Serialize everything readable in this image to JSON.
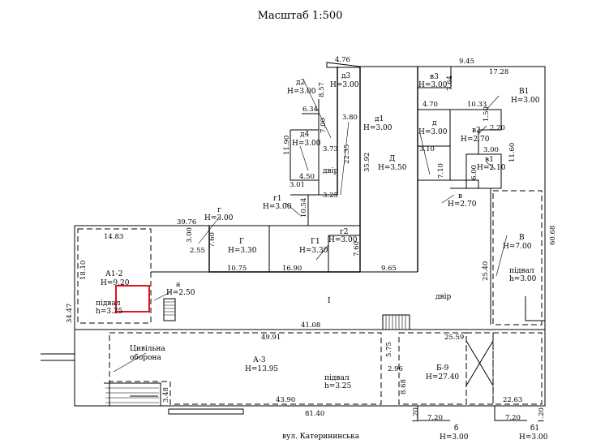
{
  "scale_title": "Масштаб  1:500",
  "street": "вул. Катерининська",
  "courtyard_1": "двір",
  "courtyard_2": "двір",
  "yard_numeral": "I",
  "civil_defense_1": "Цивільна",
  "civil_defense_2": "оборона",
  "buildings": {
    "a3": {
      "label": "А-3",
      "height": "Н=13.95"
    },
    "a12": {
      "label": "А1-2",
      "height": "Н=9.20"
    },
    "b9": {
      "label": "Б-9",
      "height": "Н=27.40"
    },
    "V": {
      "label": "В",
      "height": "Н=7.00"
    },
    "V1": {
      "label": "В1",
      "height": "Н=3.00"
    },
    "G": {
      "label": "Г",
      "height": "Н=3.30"
    },
    "G1": {
      "label": "Г1",
      "height": "Н=3.30"
    },
    "D": {
      "label": "Д",
      "height": "Н=3.50"
    },
    "d1": {
      "label": "д1",
      "height": "Н=3.00"
    },
    "d2": {
      "label": "д2",
      "height": "Н=3.00"
    },
    "d3": {
      "label": "д3",
      "height": "Н=3.00"
    },
    "d4": {
      "label": "д4",
      "height": "Н=3.00"
    },
    "d": {
      "label": "д",
      "height": "Н=3.00"
    },
    "v1": {
      "label": "в1",
      "height": "Н=2.10"
    },
    "v2": {
      "label": "в2",
      "height": "Н=2.70"
    },
    "v3": {
      "label": "в3",
      "height": "Н=3.00"
    },
    "v": {
      "label": "в",
      "height": "Н=2.70"
    },
    "g": {
      "label": "г",
      "height": "Н=3.00"
    },
    "g1": {
      "label": "г1",
      "height": "Н=3.00"
    },
    "g2": {
      "label": "г2",
      "height": "Н=3.00"
    },
    "a": {
      "label": "а",
      "height": "Н=2.50"
    },
    "b": {
      "label": "б",
      "height": "Н=3.00"
    },
    "b1": {
      "label": "б1",
      "height": "Н=3.00"
    }
  },
  "basements": {
    "a3": {
      "label": "підвал",
      "depth": "h=3.25"
    },
    "a12": {
      "label": "підвал",
      "depth": "h=3.25"
    },
    "V": {
      "label": "підвал",
      "depth": "h=3.00"
    }
  },
  "dimensions": {
    "d4_76": "4.76",
    "d9_45": "9.45",
    "d17_28": "17.28",
    "d8_57": "8.57",
    "d7_64": "7.64",
    "d6_34": "6.34",
    "d4_70": "4.70",
    "d10_33": "10.33",
    "d1_50": "1.50",
    "d2_20": "2.20",
    "d3_80": "3.80",
    "d7_00": "7.00",
    "d11_90": "11.90",
    "d22_35": "22.35",
    "d35_92": "35.92",
    "d3_73": "3.73",
    "d3_10": "3.10",
    "d11_60": "11.60",
    "d3_00": "3.00",
    "d7_10": "7.10",
    "d6_00": "6.00",
    "d4_50": "4.50",
    "d3_01": "3.01",
    "d3_25": "3.25",
    "d10_54": "10.54",
    "d39_76": "39.76",
    "d14_83": "14.83",
    "d3_00b": "3.00",
    "d2_55": "2.55",
    "d7_60": "7.60",
    "d7_60b": "7.60",
    "d10_75": "10.75",
    "d16_90": "16.90",
    "d9_65": "9.65",
    "d18_10": "18.10",
    "d60_68": "60.68",
    "d25_40": "25.40",
    "d34_47": "34.47",
    "d41_08": "41.08",
    "d49_91": "49.91",
    "d25_59": "25.59",
    "d5_75": "5.75",
    "d2_96": "2.96",
    "d8_68": "8.68",
    "d43_90": "43.90",
    "d3_48": "3.48",
    "d22_63": "22.63",
    "d81_40": "81.40",
    "d1_20": "1.20",
    "d1_20b": "1.20",
    "d7_20": "7.20",
    "d7_20b": "7.20"
  }
}
